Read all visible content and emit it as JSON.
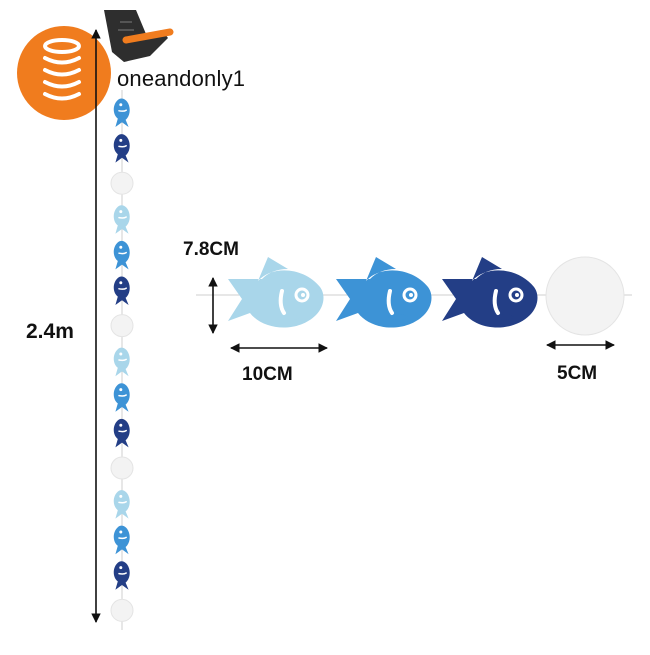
{
  "brand": {
    "name": "oneandonly1",
    "logo_icon": "coin-stack-hand-logo",
    "accent_color": "#F07C1E",
    "glove_color": "#2E2E2E"
  },
  "dimensions": {
    "garland_length": "2.4m",
    "fish_height": "7.8CM",
    "fish_width": "10CM",
    "circle_diameter": "5CM"
  },
  "colors": {
    "light_blue": "#A9D6EA",
    "medium_blue": "#3D93D6",
    "dark_blue": "#233E86",
    "white_circle": "#F3F3F3"
  },
  "garland_pattern": [
    "medium_blue",
    "dark_blue",
    "white_circle",
    "light_blue"
  ],
  "detail_pattern": [
    "light_blue",
    "medium_blue",
    "dark_blue",
    "white_circle"
  ]
}
